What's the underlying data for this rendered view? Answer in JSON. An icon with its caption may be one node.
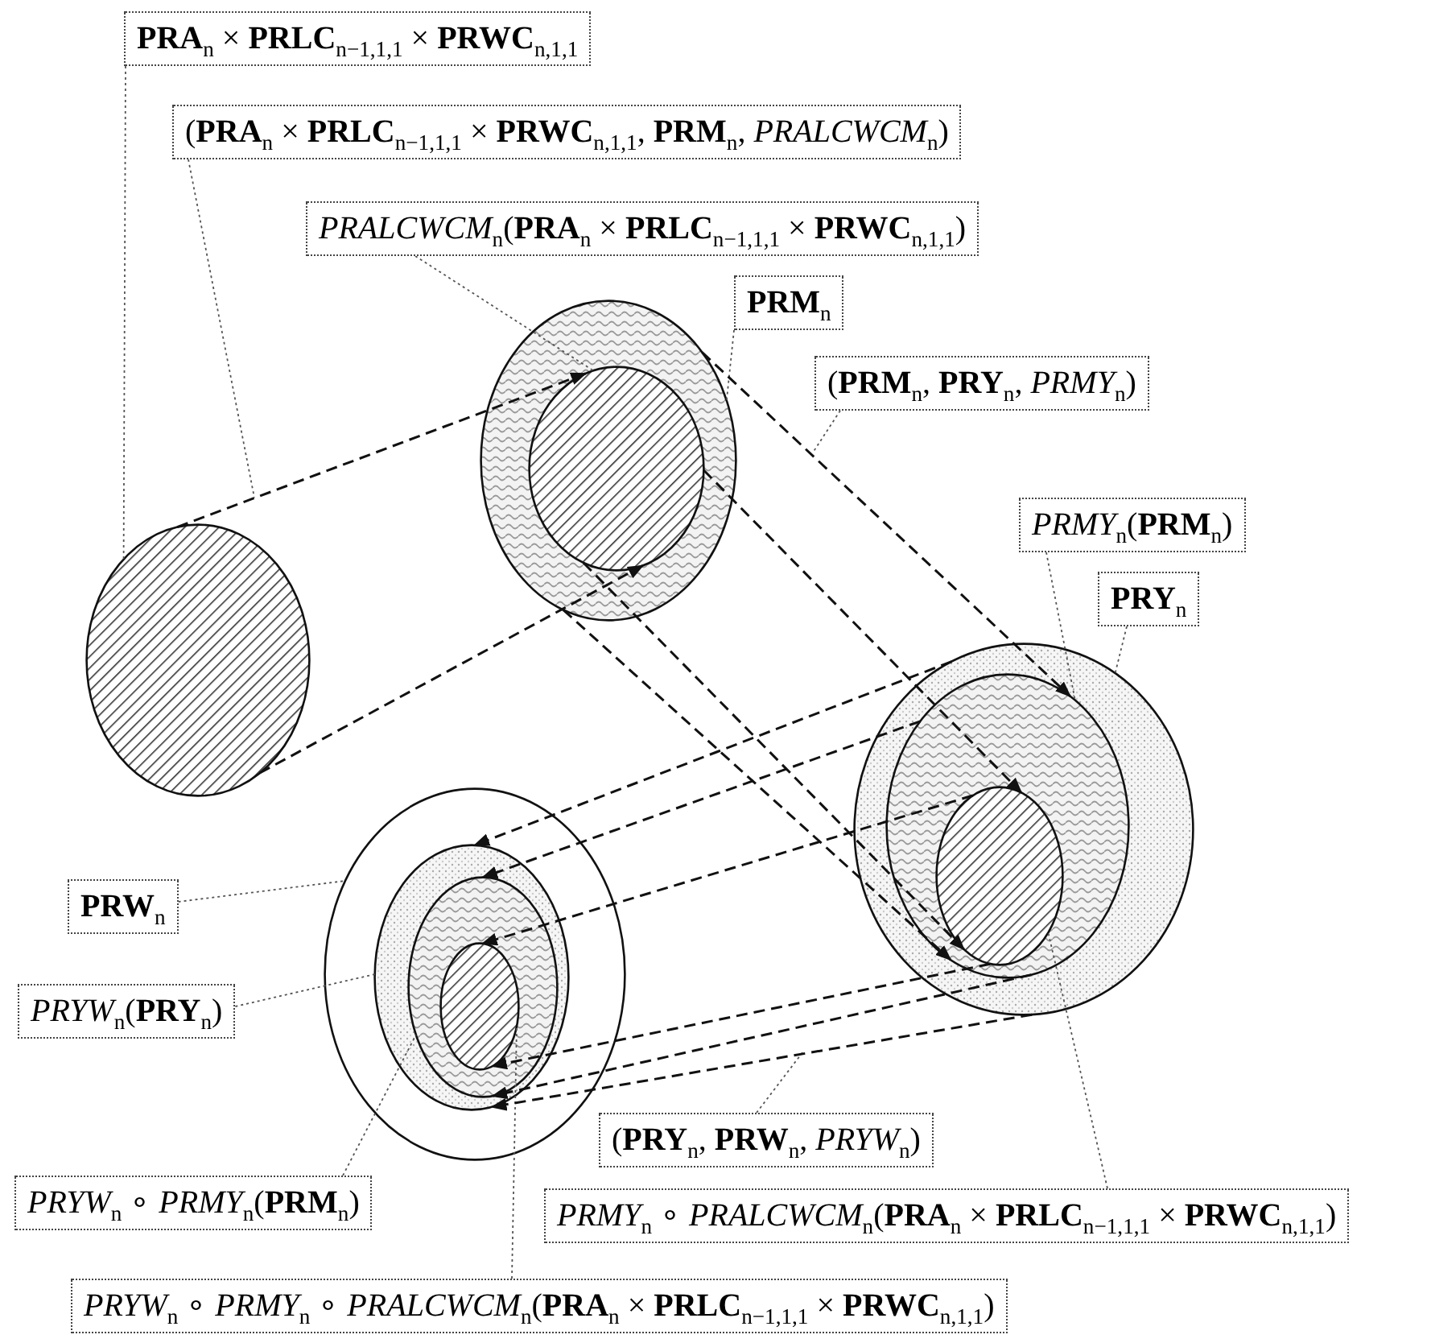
{
  "diagram": {
    "nodes": [
      {
        "text": [
          "**PRA**$_{n}$ × **PRLC**$_{n−1,1,1}$ × **PRWC**$_{n,1,1}$"
        ]
      },
      {
        "text": [
          "(**PRA**$_{n}$ × **PRLC**$_{n−1,1,1}$ × **PRWC**$_{n,1,1}$, **PRM**$_{n}$, *PRALCWCM*$_{n}$)"
        ]
      },
      {
        "text": [
          "*PRALCWCM*$_{n}$(**PRA**$_{n}$ × **PRLC**$_{n−1,1,1}$ × **PRWC**$_{n,1,1}$)"
        ]
      },
      {
        "text": [
          "**PRM**$_{n}$"
        ]
      },
      {
        "text": [],
        "shape": "ellipse"
      },
      {
        "text": [],
        "shape": "ellipse",
        "in": 4
      },
      {
        "text": [
          "(**PRM**$_{n}$, **PRY**$_{n}$, *PRMY*$_{n}$)"
        ]
      },
      {
        "text": [],
        "shape": "ellipse"
      },
      {
        "text": [
          "*PRMY*$_{n}$(**PRM**$_{n}$)"
        ]
      },
      {
        "text": [
          "**PRY**$_{n}$"
        ]
      },
      {
        "text": [],
        "shape": "ellipse"
      },
      {
        "text": [],
        "shape": "ellipse",
        "in": 10
      },
      {
        "text": [],
        "shape": "ellipse",
        "in": 11
      },
      {
        "text": [],
        "shape": "ellipse"
      },
      {
        "text": [],
        "shape": "ellipse",
        "in": 13
      },
      {
        "text": [],
        "shape": "ellipse",
        "in": 14
      },
      {
        "text": [],
        "shape": "ellipse",
        "in": 15
      },
      {
        "text": [
          "**PRW**$_{n}$"
        ]
      },
      {
        "text": [
          "*PRYW*$_{n}$(**PRY**$_{n}$)"
        ]
      },
      {
        "text": [
          "(**PRY**$_{n}$, **PRW**$_{n}$, *PRYW*$_{n}$)"
        ]
      },
      {
        "text": [
          "*PRYW*$_{n}$ ∘ *PRMY*$_{n}$(**PRM**$_{n}$)"
        ]
      },
      {
        "text": [
          "*PRMY*$_{n}$ ∘ *PRALCWCM*$_{n}$(**PRA**$_{n}$ × **PRLC**$_{n−1,1,1}$ × **PRWC**$_{n,1,1}$)"
        ]
      },
      {
        "text": [
          "*PRYW*$_{n}$ ∘ *PRMY*$_{n}$ ∘ *PRALCWCM*$_{n}$(**PRA**$_{n}$ × **PRLC**$_{n−1,1,1}$ × **PRWC**$_{n,1,1}$)"
        ]
      }
    ],
    "edges": [
      {
        "from": 0,
        "to": 7,
        "arrow": "none"
      },
      {
        "from": 1,
        "to": null,
        "arrow": "none"
      },
      {
        "from": 2,
        "to": 5,
        "arrow": "none"
      },
      {
        "from": 3,
        "to": 4,
        "arrow": "none"
      },
      {
        "from": 6,
        "to": null,
        "arrow": "none"
      },
      {
        "from": 8,
        "to": 11,
        "arrow": "none"
      },
      {
        "from": 9,
        "to": 10,
        "arrow": "none"
      },
      {
        "from": 17,
        "to": 13,
        "arrow": "none"
      },
      {
        "from": 18,
        "to": 14,
        "arrow": "none"
      },
      {
        "from": 19,
        "to": null,
        "arrow": "none"
      },
      {
        "from": 20,
        "to": 15,
        "arrow": "none"
      },
      {
        "from": 21,
        "to": 12,
        "arrow": "none"
      },
      {
        "from": 22,
        "to": 16,
        "arrow": "none"
      },
      {
        "from": 7,
        "to": 5,
        "arrow": "to",
        "style": "dashed"
      },
      {
        "from": 7,
        "to": 5,
        "arrow": "to",
        "style": "dashed"
      },
      {
        "from": 4,
        "to": 11,
        "arrow": "to",
        "style": "dashed"
      },
      {
        "from": 4,
        "to": 11,
        "arrow": "to",
        "style": "dashed"
      },
      {
        "from": 5,
        "to": 12,
        "arrow": "to",
        "style": "dashed"
      },
      {
        "from": 5,
        "to": 12,
        "arrow": "to",
        "style": "dashed"
      },
      {
        "from": 10,
        "to": 14,
        "arrow": "to",
        "style": "dashed"
      },
      {
        "from": 10,
        "to": 14,
        "arrow": "to",
        "style": "dashed"
      },
      {
        "from": 11,
        "to": 15,
        "arrow": "to",
        "style": "dashed"
      },
      {
        "from": 11,
        "to": 15,
        "arrow": "to",
        "style": "dashed"
      },
      {
        "from": 12,
        "to": 16,
        "arrow": "to",
        "style": "dashed"
      },
      {
        "from": 12,
        "to": 16,
        "arrow": "to",
        "style": "dashed"
      }
    ]
  }
}
